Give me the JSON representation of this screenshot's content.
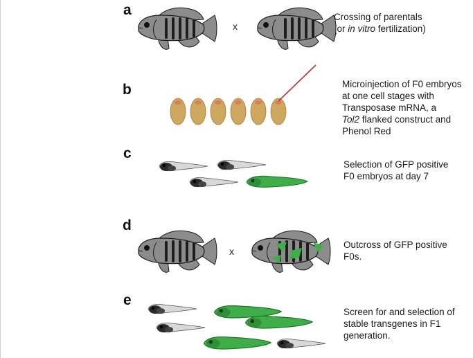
{
  "steps": [
    {
      "letter": "a",
      "caption_lines": [
        "Crossing of parentals"
      ],
      "caption_paren_prefix": "(or ",
      "caption_italic": "in vitro",
      "caption_paren_suffix": " fertilization)",
      "cross_symbol": "x"
    },
    {
      "letter": "b",
      "caption_line1": "Microinjection of F0 embryos",
      "caption_line2": "at one cell stages with",
      "caption_line3": "Transposase mRNA, a",
      "caption_line4_italic": "Tol2",
      "caption_line4_rest": " flanked construct and",
      "caption_line5": "Phenol Red"
    },
    {
      "letter": "c",
      "caption_line1": "Selection of GFP positive",
      "caption_line2": "F0 embryos at day 7"
    },
    {
      "letter": "d",
      "caption_line1": "Outcross of GFP positive",
      "caption_line2": "F0s.",
      "cross_symbol": "x"
    },
    {
      "letter": "e",
      "caption_line1": "Screen for and selection of",
      "caption_line2": "stable transgenes in F1",
      "caption_line3": "generation."
    }
  ],
  "colors": {
    "fish_body": "#8c8c8c",
    "fish_stripe": "#1e1e1e",
    "gfp_green": "#3fae49",
    "embryo": "#cfa860",
    "needle": "#b8322c"
  }
}
